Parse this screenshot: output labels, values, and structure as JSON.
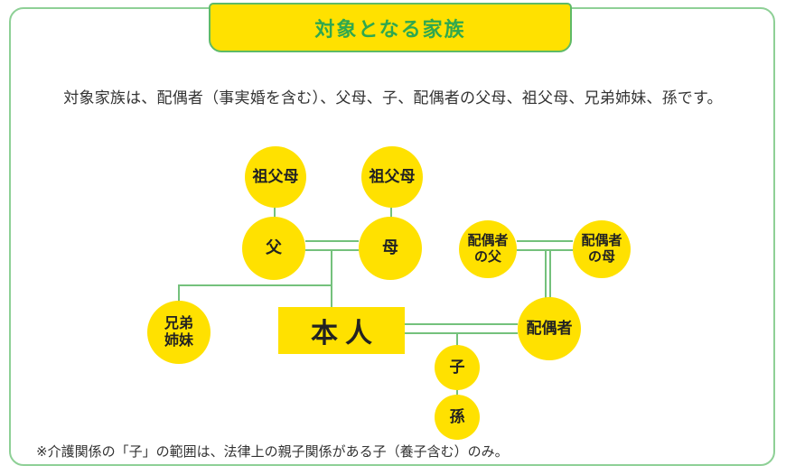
{
  "title": "対象となる家族",
  "description": "対象家族は、配偶者（事実婚を含む）、父母、子、配偶者の父母、祖父母、兄弟姉妹、孫です。",
  "footnote": "※介護関係の「子」の範囲は、法律上の親子関係がある子（養子含む）のみ。",
  "colors": {
    "node_yellow": "#ffe100",
    "title_text_green": "#2fa84f",
    "title_border_green": "#5eba66",
    "line_green": "#74c17c",
    "frame_border_green": "#8ed096",
    "text_dark": "#333333"
  },
  "nodes": {
    "grandparents_left": {
      "label": "祖父母"
    },
    "grandparents_right": {
      "label": "祖父母"
    },
    "father": {
      "label": "父"
    },
    "mother": {
      "label": "母"
    },
    "spouse_father": {
      "label": "配偶者\nの父"
    },
    "spouse_mother": {
      "label": "配偶者\nの母"
    },
    "siblings": {
      "label": "兄弟\n姉妹"
    },
    "self": {
      "label": "本人"
    },
    "spouse": {
      "label": "配偶者"
    },
    "child": {
      "label": "子"
    },
    "grandchild": {
      "label": "孫"
    }
  }
}
